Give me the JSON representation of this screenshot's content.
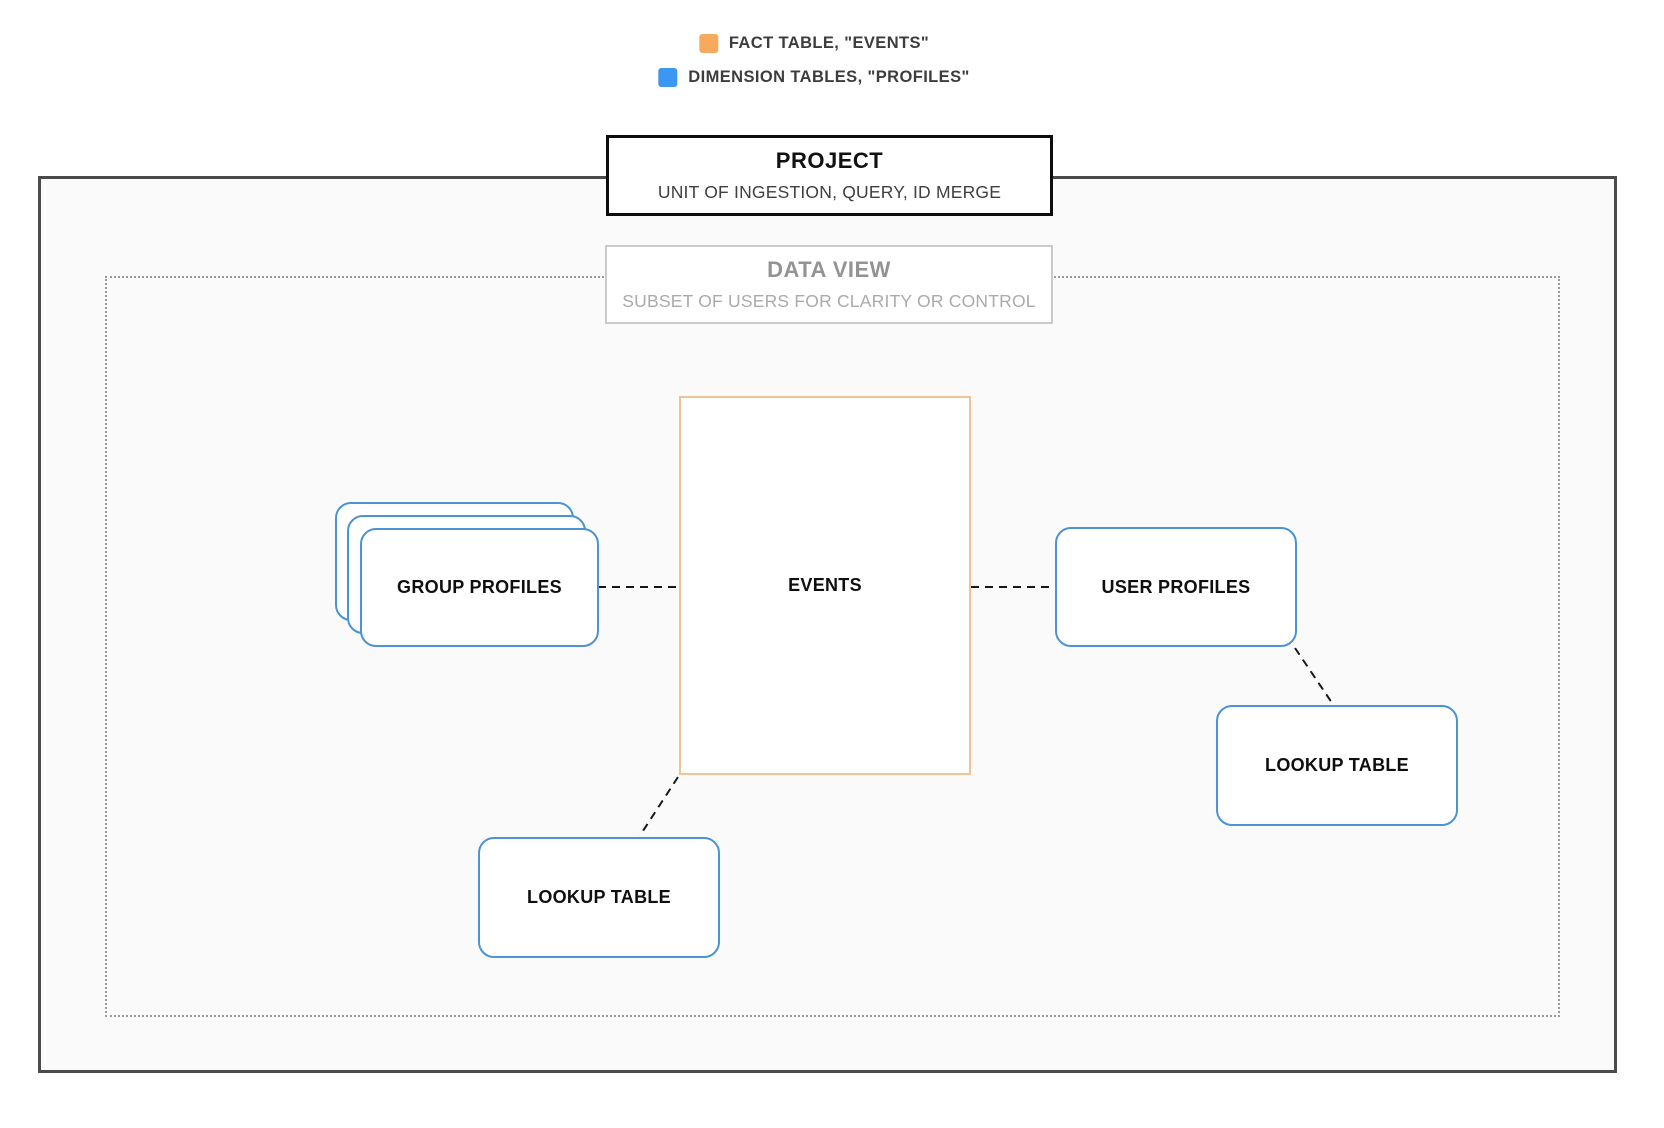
{
  "legend": {
    "items": [
      {
        "name": "fact-table",
        "label": "FACT TABLE, \"EVENTS\"",
        "color": "#f7aa5d"
      },
      {
        "name": "dimension-tables",
        "label": "DIMENSION TABLES, \"PROFILES\"",
        "color": "#3b97f1"
      }
    ]
  },
  "project": {
    "title": "PROJECT",
    "subtitle": "UNIT OF INGESTION, QUERY, ID MERGE"
  },
  "data_view": {
    "title": "DATA VIEW",
    "subtitle": "SUBSET OF USERS FOR CLARITY OR CONTROL"
  },
  "nodes": {
    "events": {
      "label": "EVENTS"
    },
    "group_profiles": {
      "label": "GROUP PROFILES"
    },
    "user_profiles": {
      "label": "USER PROFILES"
    },
    "lookup_table_right": {
      "label": "LOOKUP TABLE"
    },
    "lookup_table_bottom": {
      "label": "LOOKUP TABLE"
    }
  },
  "colors": {
    "fact_orange": "#f7aa5d",
    "dimension_blue": "#3b97f1",
    "events_border": "#eec592",
    "profile_border": "#4b93d4",
    "project_border": "#0d0d0d",
    "boundary_border": "#4b4b4b",
    "dotted_border": "#999999"
  }
}
